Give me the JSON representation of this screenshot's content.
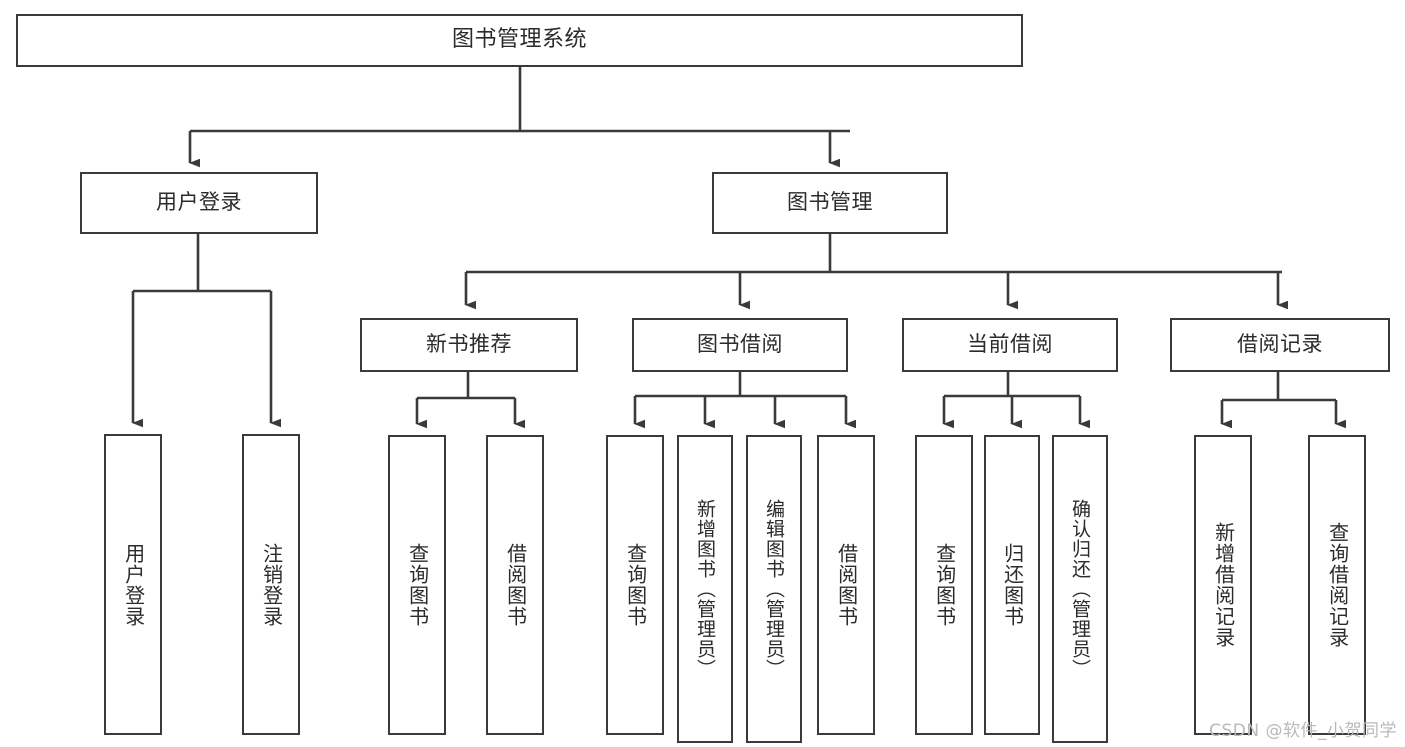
{
  "diagram": {
    "title": "图书管理系统",
    "type": "tree",
    "stroke_color": "#3a3a3a",
    "text_color": "#2b2b2b",
    "background_color": "#ffffff",
    "watermark": "CSDN @软件_小贺同学",
    "nodes": {
      "root": {
        "label": "图书管理系统"
      },
      "level2": [
        {
          "id": "user-login",
          "label": "用户登录"
        },
        {
          "id": "book-management",
          "label": "图书管理"
        }
      ],
      "level3": [
        {
          "id": "new-book-recommend",
          "label": "新书推荐"
        },
        {
          "id": "book-borrow",
          "label": "图书借阅"
        },
        {
          "id": "current-borrow",
          "label": "当前借阅"
        },
        {
          "id": "borrow-record",
          "label": "借阅记录"
        }
      ],
      "leaves": {
        "user_login": [
          {
            "id": "leaf-user-login",
            "label": "用户登录"
          },
          {
            "id": "leaf-logout-login",
            "label": "注销登录"
          }
        ],
        "new_book_recommend": [
          {
            "id": "leaf-query-book-1",
            "label": "查询图书"
          },
          {
            "id": "leaf-borrow-book-1",
            "label": "借阅图书"
          }
        ],
        "book_borrow": [
          {
            "id": "leaf-query-book-2",
            "label": "查询图书"
          },
          {
            "id": "leaf-add-book-admin",
            "label": "新增图书（管理员）"
          },
          {
            "id": "leaf-edit-book-admin",
            "label": "编辑图书（管理员）"
          },
          {
            "id": "leaf-borrow-book-2",
            "label": "借阅图书"
          }
        ],
        "current_borrow": [
          {
            "id": "leaf-query-book-3",
            "label": "查询图书"
          },
          {
            "id": "leaf-return-book",
            "label": "归还图书"
          },
          {
            "id": "leaf-confirm-return-admin",
            "label": "确认归还（管理员）"
          }
        ],
        "borrow_record": [
          {
            "id": "leaf-add-borrow-record",
            "label": "新增借阅记录"
          },
          {
            "id": "leaf-query-borrow-record",
            "label": "查询借阅记录"
          }
        ]
      }
    }
  }
}
